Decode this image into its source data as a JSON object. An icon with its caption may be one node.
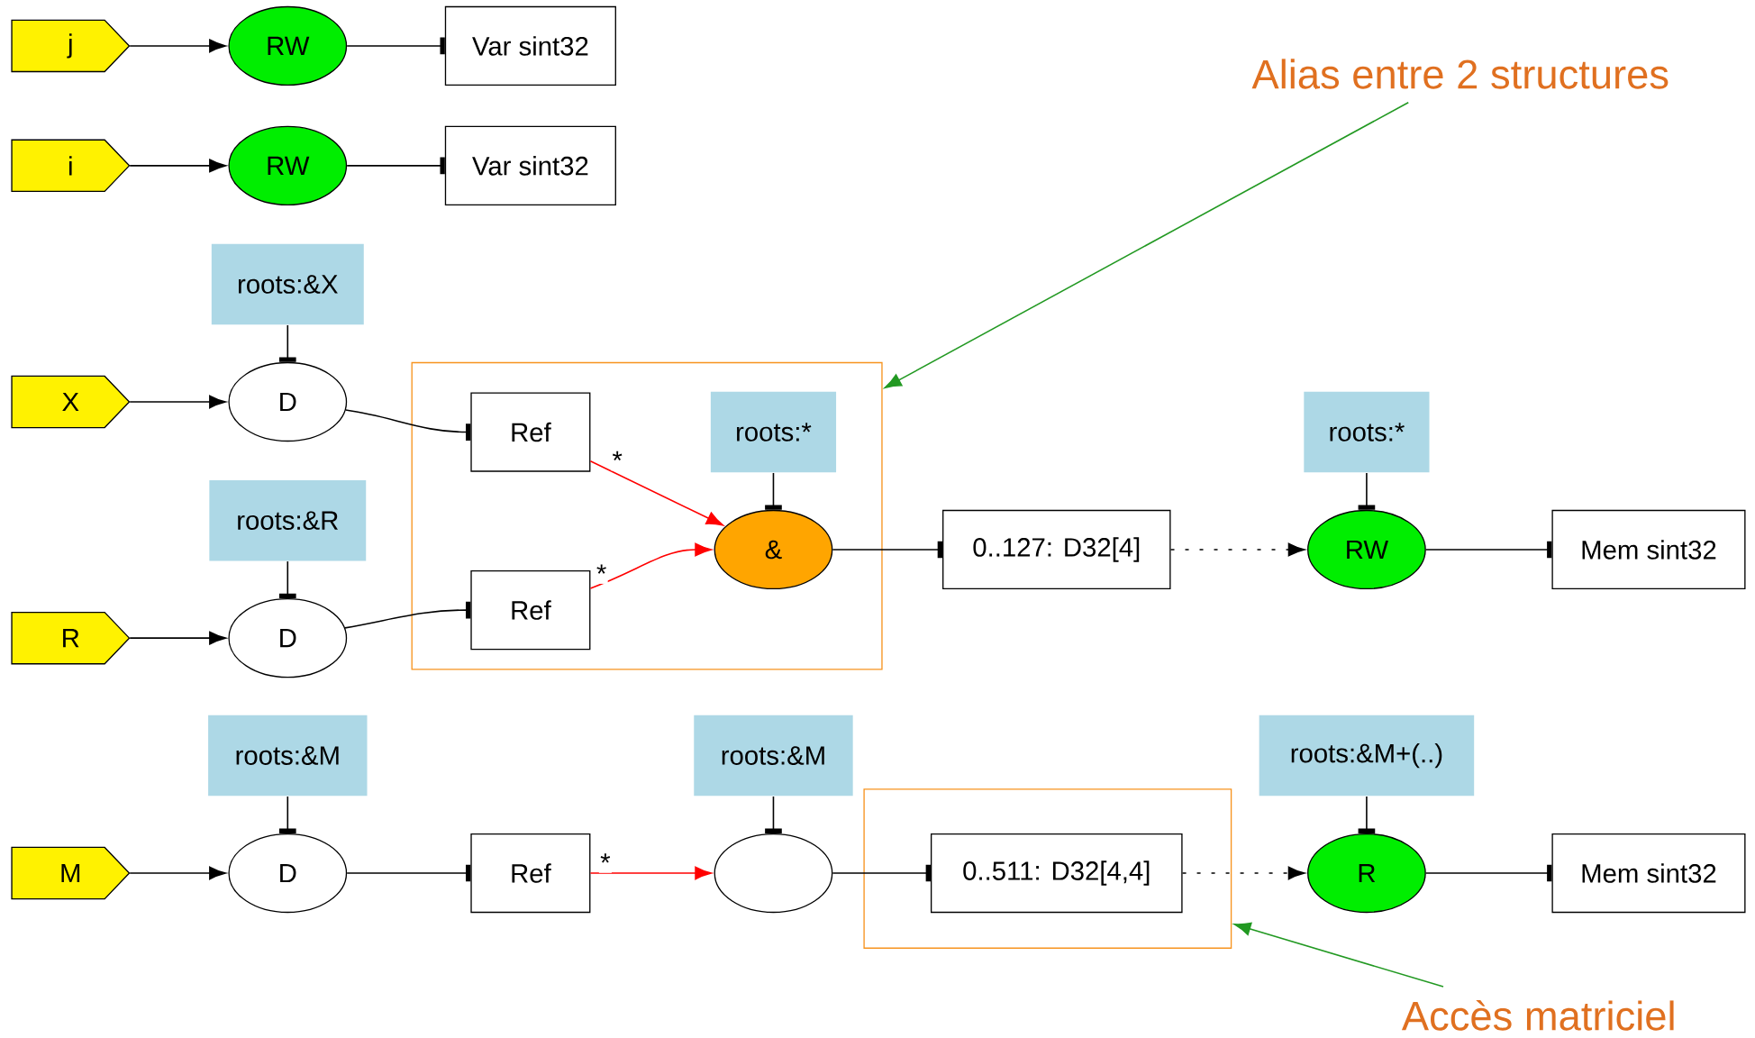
{
  "diagram": {
    "nodes": [
      {
        "text": [
          "j"
        ]
      },
      {
        "text": [
          "RW"
        ]
      },
      {
        "text": [
          "Var sint32"
        ]
      },
      {
        "text": [
          "i"
        ]
      },
      {
        "text": [
          "RW"
        ]
      },
      {
        "text": [
          "Var sint32"
        ]
      },
      {
        "text": [
          "roots:&X"
        ]
      },
      {
        "text": [
          "X"
        ]
      },
      {
        "text": [
          "D"
        ]
      },
      {
        "text": [],
        "shape": "box"
      },
      {
        "text": [
          "Ref"
        ],
        "in": 9
      },
      {
        "text": [
          "roots:*"
        ],
        "in": 9
      },
      {
        "text": [
          "&"
        ],
        "in": 9
      },
      {
        "text": [
          "roots:&R"
        ]
      },
      {
        "text": [
          "R"
        ]
      },
      {
        "text": [
          "D"
        ]
      },
      {
        "text": [
          "Ref"
        ],
        "in": 9
      },
      {
        "text": [
          "0..127: D32[4]"
        ]
      },
      {
        "text": [
          "roots:*"
        ]
      },
      {
        "text": [
          "RW"
        ]
      },
      {
        "text": [
          "Mem sint32"
        ]
      },
      {
        "text": [
          "roots:&M"
        ]
      },
      {
        "text": [
          "M"
        ]
      },
      {
        "text": [
          "D"
        ]
      },
      {
        "text": [
          "Ref"
        ]
      },
      {
        "text": [
          "roots:&M"
        ]
      },
      {
        "text": [],
        "shape": "ellipse"
      },
      {
        "text": [],
        "shape": "box"
      },
      {
        "text": [
          "0..511: D32[4,4]"
        ],
        "in": 27
      },
      {
        "text": [
          "roots:&M+(..)"
        ]
      },
      {
        "text": [
          "R"
        ]
      },
      {
        "text": [
          "Mem sint32"
        ]
      },
      {
        "text": [
          "Alias entre 2 structures"
        ]
      },
      {
        "text": [
          "Accès matriciel"
        ]
      }
    ],
    "edges": [
      {
        "from": 0,
        "to": 1,
        "arrow": "to"
      },
      {
        "from": 1,
        "to": 2,
        "arrow": "other"
      },
      {
        "from": 3,
        "to": 4,
        "arrow": "to"
      },
      {
        "from": 4,
        "to": 5,
        "arrow": "other"
      },
      {
        "from": 6,
        "to": 8,
        "arrow": "other"
      },
      {
        "from": 7,
        "to": 8,
        "arrow": "to"
      },
      {
        "from": 8,
        "to": 10,
        "arrow": "other"
      },
      {
        "from": 10,
        "to": 12,
        "arrow": "to",
        "label": "*",
        "color": "#ff0000"
      },
      {
        "from": 13,
        "to": 15,
        "arrow": "other"
      },
      {
        "from": 14,
        "to": 15,
        "arrow": "to"
      },
      {
        "from": 15,
        "to": 16,
        "arrow": "other"
      },
      {
        "from": 16,
        "to": 12,
        "arrow": "to",
        "label": "*",
        "color": "#ff0000"
      },
      {
        "from": 11,
        "to": 12,
        "arrow": "other"
      },
      {
        "from": 12,
        "to": 17,
        "arrow": "other"
      },
      {
        "from": 17,
        "to": 19,
        "arrow": "to",
        "style": "dashed"
      },
      {
        "from": 18,
        "to": 19,
        "arrow": "other"
      },
      {
        "from": 19,
        "to": 20,
        "arrow": "other"
      },
      {
        "from": 21,
        "to": 23,
        "arrow": "other"
      },
      {
        "from": 22,
        "to": 23,
        "arrow": "to"
      },
      {
        "from": 23,
        "to": 24,
        "arrow": "other"
      },
      {
        "from": 24,
        "to": 26,
        "arrow": "to",
        "label": "*",
        "color": "#ff0000"
      },
      {
        "from": 25,
        "to": 26,
        "arrow": "other"
      },
      {
        "from": 26,
        "to": 28,
        "arrow": "other"
      },
      {
        "from": 28,
        "to": 30,
        "arrow": "to",
        "style": "dashed"
      },
      {
        "from": 29,
        "to": 30,
        "arrow": "other"
      },
      {
        "from": 30,
        "to": 31,
        "arrow": "other"
      },
      {
        "from": 32,
        "to": 9,
        "arrow": "to",
        "color": "#229922"
      },
      {
        "from": 33,
        "to": 27,
        "arrow": "to",
        "color": "#229922"
      }
    ]
  }
}
